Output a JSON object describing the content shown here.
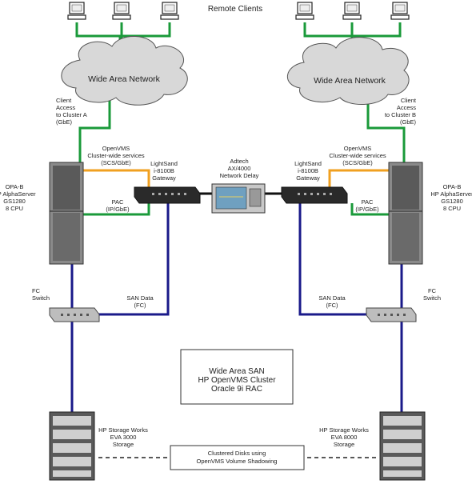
{
  "title": {
    "remote_clients": "Remote Clients"
  },
  "clouds": {
    "left": "Wide Area Network",
    "right": "Wide Area Network"
  },
  "client_access": {
    "left": [
      "Client",
      "Access",
      "to Cluster A",
      "(GbE)"
    ],
    "right": [
      "Client",
      "Access",
      "to Cluster B",
      "(GbE)"
    ]
  },
  "cluster_services": {
    "left": [
      "OpenVMS",
      "Cluster-wide services",
      "(SCS/GbE)"
    ],
    "right": [
      "OpenVMS",
      "Cluster-wide services",
      "(SCS/GbE)"
    ]
  },
  "gateways": {
    "left": [
      "LightSand",
      "i-8100B",
      "Gateway"
    ],
    "right": [
      "LightSand",
      "i-8100B",
      "Gateway"
    ]
  },
  "network_delay": [
    "Adtech",
    "AX/4000",
    "Network Delay"
  ],
  "servers": {
    "left": [
      "OPA-B",
      "HP AlphaServer",
      "GS1280",
      "8 CPU"
    ],
    "right": [
      "OPA-B",
      "HP AlphaServer",
      "GS1280",
      "8 CPU"
    ]
  },
  "pac": {
    "left": [
      "PAC",
      "(IP/GbE)"
    ],
    "right": [
      "PAC",
      "(IP/GbE)"
    ]
  },
  "san_data": {
    "left": [
      "SAN Data",
      "(FC)"
    ],
    "right": [
      "SAN Data",
      "(FC)"
    ]
  },
  "fc_switch": {
    "left": [
      "FC",
      "Switch"
    ],
    "right": [
      "FC",
      "Switch"
    ]
  },
  "center_box": [
    "Wide Area SAN",
    "HP OpenVMS Cluster",
    "Oracle 9i RAC"
  ],
  "storage": {
    "left": [
      "HP Storage Works",
      "EVA 3000",
      "Storage"
    ],
    "right": [
      "HP Storage Works",
      "EVA 8000",
      "Storage"
    ]
  },
  "clustered_disks": [
    "Clustered Disks using",
    "OpenVMS Volume Shadowing"
  ],
  "colors": {
    "lan_green": "#1a9a3a",
    "scs_orange": "#f0a020",
    "fc_blue": "#1a1a8a",
    "black": "#111111"
  }
}
